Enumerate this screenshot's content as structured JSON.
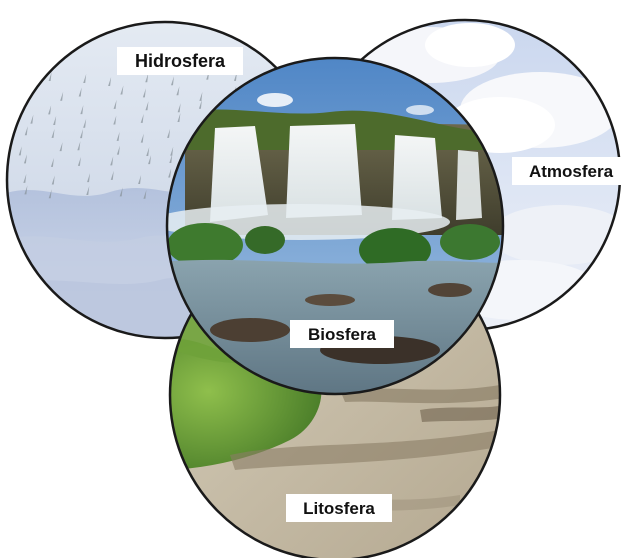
{
  "diagram": {
    "spheres": [
      {
        "id": "hidrosfera",
        "label": "Hidrosfera"
      },
      {
        "id": "atmosfera",
        "label": "Atmosfera"
      },
      {
        "id": "litosfera",
        "label": "Litosfera"
      },
      {
        "id": "biosfera",
        "label": "Biosfera"
      }
    ]
  }
}
